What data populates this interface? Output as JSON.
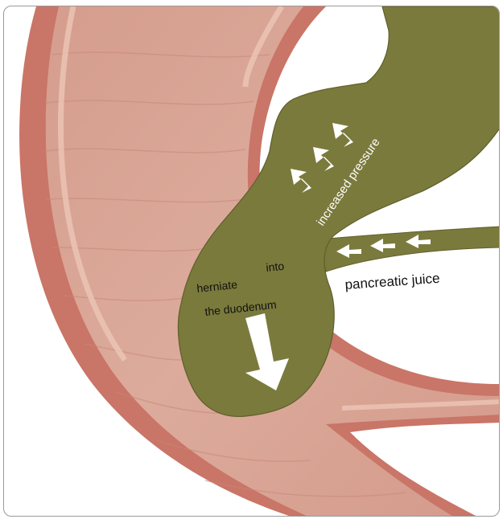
{
  "labels": {
    "increased_pressure": "increased pressure",
    "pancreatic_juice": "pancreatic juice",
    "herniate_word1": "herniate",
    "herniate_word2": "into",
    "herniate_line2": "the duodenum"
  },
  "colors": {
    "duct": "#7a7a3c",
    "duct_edge": "#5f5f2c",
    "wall_outer": "#c97567",
    "wall_inner": "#cf8e7f",
    "mucosa": "#d9a495",
    "mucosa_light": "#ecc6b6",
    "arrow": "#ffffff",
    "text_dark": "#111111",
    "text_light": "#ffffff"
  }
}
